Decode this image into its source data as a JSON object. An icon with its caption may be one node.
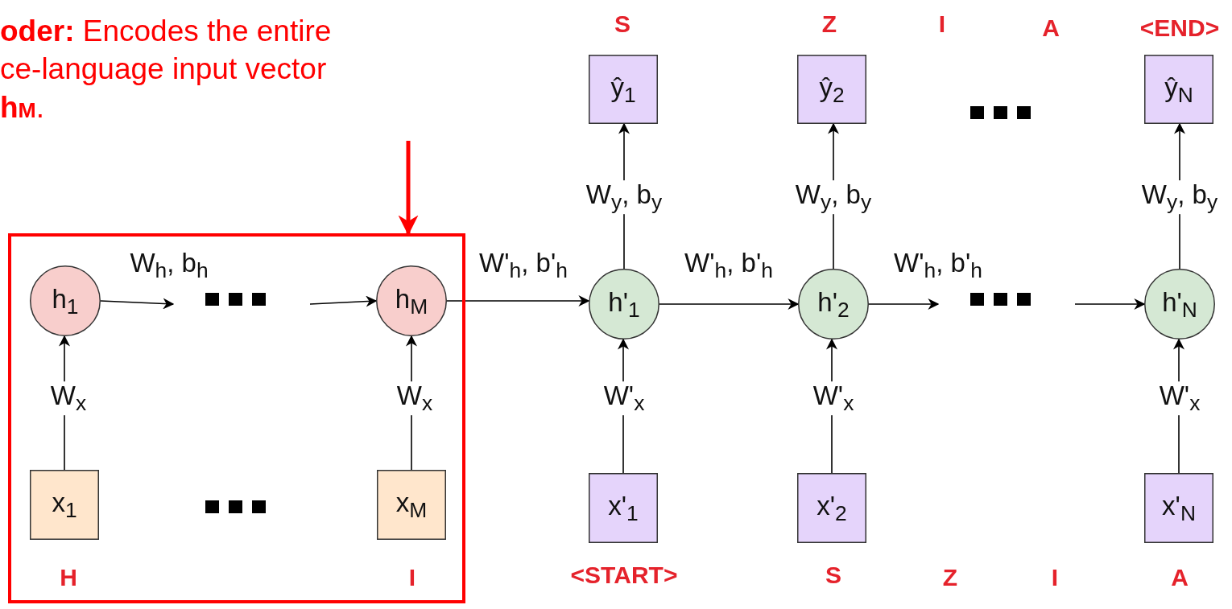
{
  "diagram": {
    "nodes": [
      {
        "text": [
          "**oder:** Encodes the entire ce-language input vector **h**$_{M}$."
        ]
      },
      {
        "text": [],
        "shape": "box"
      },
      {
        "text": [
          "h$_{1}$"
        ],
        "in": 1
      },
      {
        "text": [
          "h$_{M}$"
        ],
        "in": 1
      },
      {
        "text": [
          "x$_{1}$"
        ],
        "in": 1,
        "beside": [
          "H"
        ]
      },
      {
        "text": [
          "x$_{M}$"
        ],
        "in": 1,
        "beside": [
          "I"
        ]
      },
      {
        "text": [
          "h'$_{1}$"
        ]
      },
      {
        "text": [
          "h'$_{2}$"
        ]
      },
      {
        "text": [
          "h'$_{N}$"
        ]
      },
      {
        "text": [
          "ŷ$_{1}$"
        ],
        "beside": [
          "S"
        ]
      },
      {
        "text": [
          "ŷ$_{2}$"
        ],
        "beside": [
          "Z"
        ]
      },
      {
        "text": [
          "ŷ$_{N}$"
        ],
        "beside": [
          "<END>"
        ]
      },
      {
        "text": [
          "x'$_{1}$"
        ],
        "beside": [
          "<START>"
        ]
      },
      {
        "text": [
          "x'$_{2}$"
        ],
        "beside": [
          "S"
        ]
      },
      {
        "text": [
          "x'$_{N}$"
        ],
        "beside": [
          "A"
        ]
      }
    ],
    "edges": [
      {
        "from": 0,
        "to": 1,
        "arrow": "to",
        "style": "thick",
        "color": "#ff0000"
      },
      {
        "from": 4,
        "to": 2,
        "arrow": "to",
        "label": "W$_{x}$"
      },
      {
        "from": 5,
        "to": 3,
        "arrow": "to",
        "label": "W$_{x}$"
      },
      {
        "from": 2,
        "to": null,
        "arrow": "to",
        "label": "W$_{h}$, b$_{h}$"
      },
      {
        "from": null,
        "to": 3,
        "arrow": "to"
      },
      {
        "from": 3,
        "to": 6,
        "arrow": "to",
        "label": "W'$_{h}$, b'$_{h}$"
      },
      {
        "from": 6,
        "to": 7,
        "arrow": "to",
        "label": "W'$_{h}$, b'$_{h}$"
      },
      {
        "from": 7,
        "to": null,
        "arrow": "to",
        "label": "W'$_{h}$, b'$_{h}$"
      },
      {
        "from": null,
        "to": 8,
        "arrow": "to"
      },
      {
        "from": 12,
        "to": 6,
        "arrow": "to",
        "label": "W'$_{x}$"
      },
      {
        "from": 13,
        "to": 7,
        "arrow": "to",
        "label": "W'$_{x}$"
      },
      {
        "from": 14,
        "to": 8,
        "arrow": "to",
        "label": "W'$_{x}$"
      },
      {
        "from": 6,
        "to": 9,
        "arrow": "to",
        "label": "W$_{y}$, b$_{y}$"
      },
      {
        "from": 7,
        "to": 10,
        "arrow": "to",
        "label": "W$_{y}$, b$_{y}$"
      },
      {
        "from": 8,
        "to": 11,
        "arrow": "to",
        "label": "W$_{y}$, b$_{y}$"
      }
    ],
    "labels": [
      "I",
      "A",
      "Z",
      "I"
    ]
  }
}
